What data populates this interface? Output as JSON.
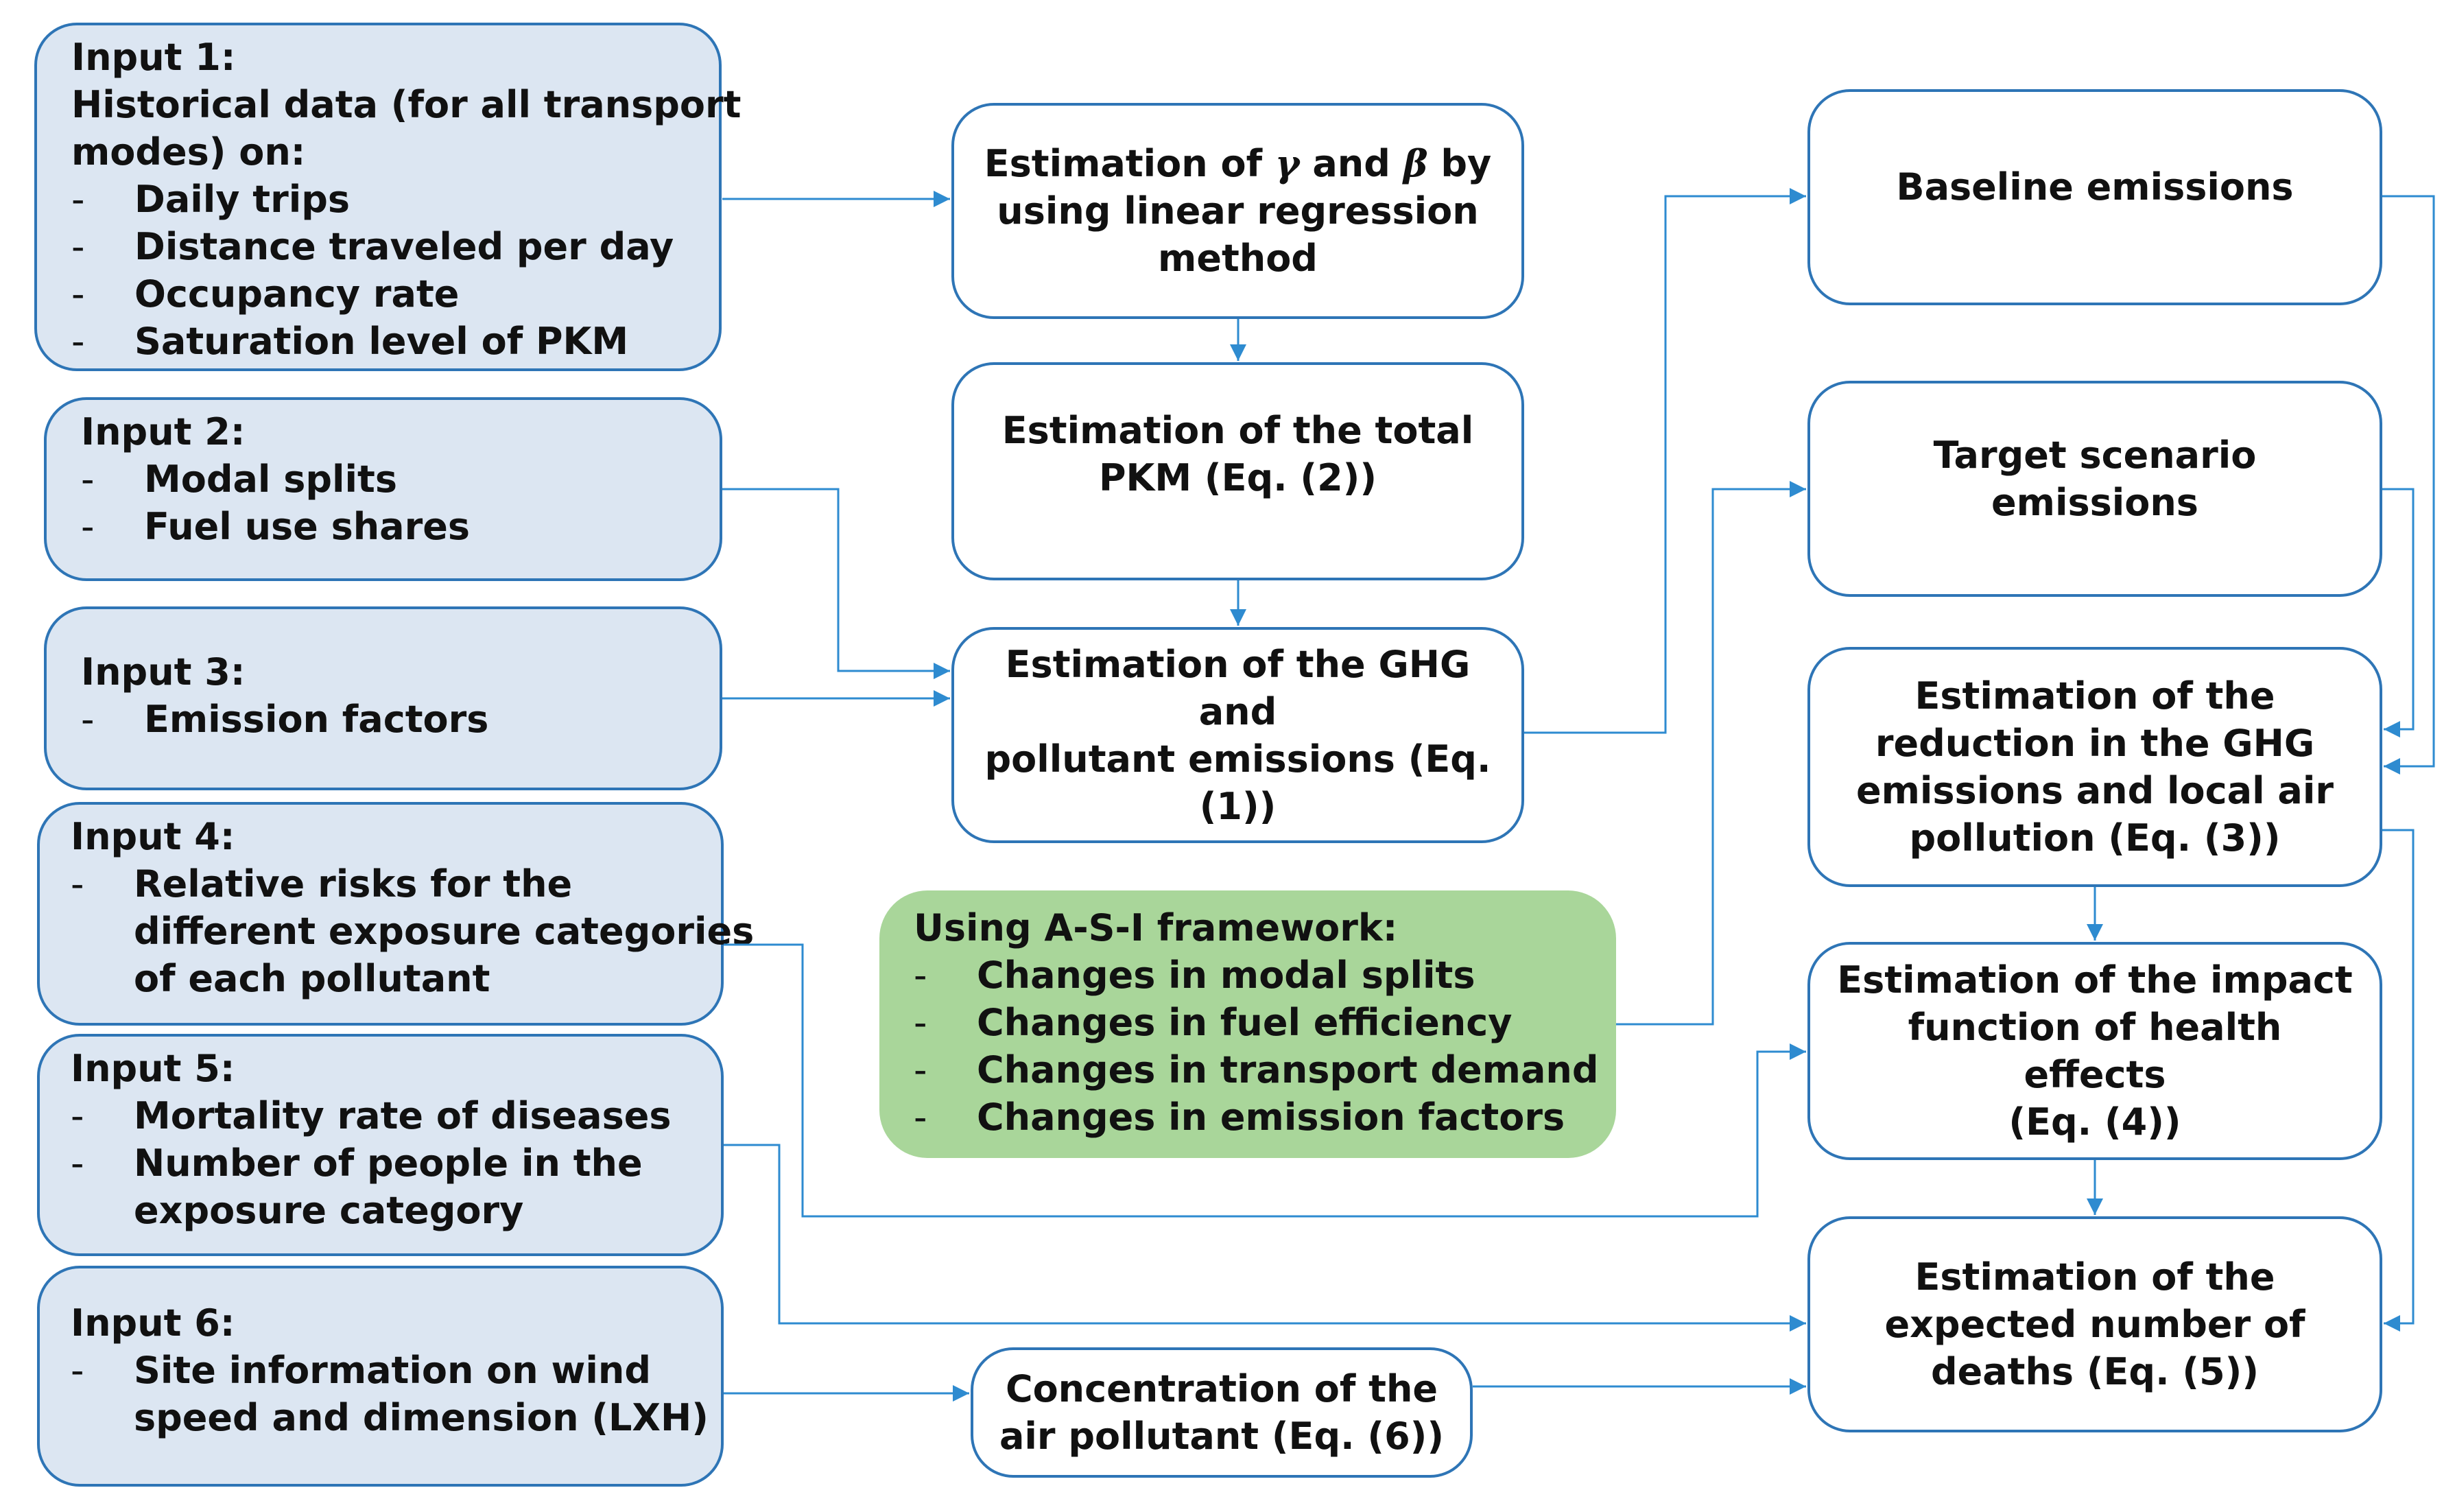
{
  "inputs": {
    "input1": {
      "title": "Input 1:",
      "lines": [
        "Historical data (for all transport",
        "modes) on:"
      ],
      "items": [
        "Daily trips",
        "Distance traveled per day",
        "Occupancy rate",
        "Saturation level of PKM"
      ]
    },
    "input2": {
      "title": "Input 2:",
      "items": [
        "Modal splits",
        "Fuel use shares"
      ]
    },
    "input3": {
      "title": "Input 3:",
      "items": [
        "Emission factors"
      ]
    },
    "input4": {
      "title": "Input 4:",
      "items": [
        "Relative risks for the",
        "different exposure categories",
        "of each pollutant"
      ]
    },
    "input5": {
      "title": "Input 5:",
      "items": [
        "Mortality rate of diseases",
        "Number of people in the",
        "exposure category"
      ]
    },
    "input6": {
      "title": "Input 6:",
      "items": [
        "Site information on wind",
        "speed and dimension (LXH)"
      ]
    }
  },
  "asi": {
    "title": "Using A-S-I framework:",
    "items": [
      "Changes in modal splits",
      "Changes in fuel efficiency",
      "Changes in transport demand",
      "Changes in emission factors"
    ]
  },
  "steps": {
    "gamma_beta": {
      "line1_pre": "Estimation of ",
      "gamma": "γ",
      "and": " and ",
      "beta": "β",
      "line1_post": " by",
      "line2": "using linear regression",
      "line3": "method"
    },
    "total_pkm": [
      "Estimation of the total",
      "PKM (Eq. (2))"
    ],
    "ghg_emissions": [
      "Estimation of the GHG and",
      "pollutant emissions (Eq.",
      "(1))"
    ],
    "concentration": [
      "Concentration of the",
      "air pollutant (Eq. (6))"
    ],
    "baseline": [
      "Baseline emissions"
    ],
    "target": [
      "Target scenario emissions"
    ],
    "reduction": [
      "Estimation of the",
      "reduction in the GHG",
      "emissions and local air",
      "pollution (Eq. (3))"
    ],
    "impact": [
      "Estimation of the impact",
      "function of health effects",
      "(Eq. (4))"
    ],
    "deaths": [
      "Estimation of the",
      "expected number of",
      "deaths (Eq. (5))"
    ]
  },
  "colors": {
    "input_fill": "#DCE6F2",
    "border": "#2E75B6",
    "asi_fill": "#A9D69A",
    "arrow": "#2E8BD0"
  }
}
